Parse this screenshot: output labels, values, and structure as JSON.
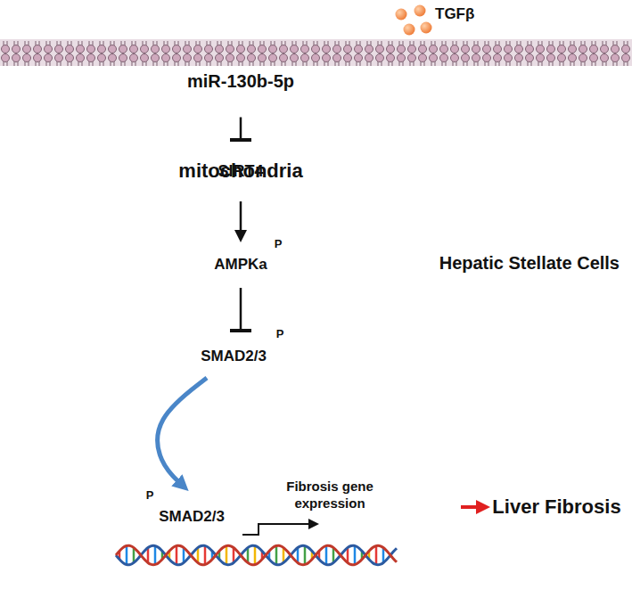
{
  "diagram": {
    "nodes": [
      {
        "text": [
          "miR-130b-5p"
        ]
      },
      {
        "text": [
          "SIRT4",
          "mitochondria"
        ]
      },
      {
        "text": [
          "AMPKa"
        ]
      },
      {
        "text": [
          "P"
        ],
        "in": 2
      },
      {
        "text": [
          "SMAD2/3"
        ]
      },
      {
        "text": [
          "P"
        ],
        "in": 4
      },
      {
        "text": [
          "Fibrosis gene expression"
        ]
      },
      {
        "text": [
          "SMAD2/3"
        ],
        "in": 6
      },
      {
        "text": [
          "P"
        ],
        "in": 7
      },
      {
        "text": [
          "Liver Fibrosis"
        ]
      }
    ],
    "edges": [
      {
        "from": 0,
        "to": 1,
        "arrow": "to"
      },
      {
        "from": 1,
        "to": 2,
        "arrow": "to"
      },
      {
        "from": 2,
        "to": 4,
        "arrow": "to"
      },
      {
        "from": 4,
        "to": 7,
        "arrow": "to"
      },
      {
        "from": 6,
        "to": 9,
        "arrow": "to"
      }
    ],
    "labels": [
      "TGFβ",
      "Hepatic Stellate Cells"
    ]
  }
}
